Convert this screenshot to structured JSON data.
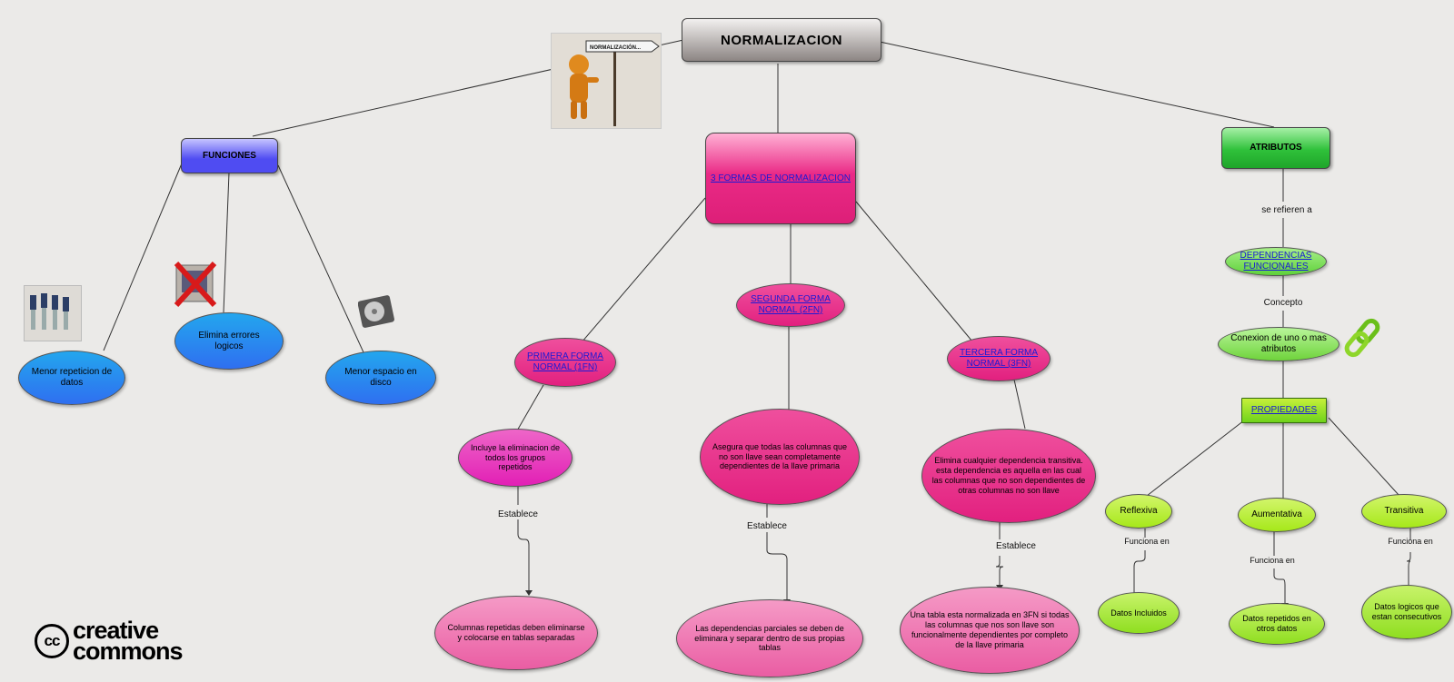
{
  "root": {
    "title": "NORMALIZACION"
  },
  "funciones": {
    "title": "FUNCIONES",
    "items": [
      "Menor repeticion de datos",
      "Elimina errores logicos",
      "Menor espacio en disco"
    ]
  },
  "formas": {
    "title": "3 FORMAS DE NORMALIZACION",
    "primera": {
      "title": "PRIMERA FORMA NORMAL (1FN)",
      "desc": "Incluye la eliminacion de todos los grupos repetidos",
      "edge": "Establece",
      "result": "Columnas repetidas deben eliminarse y colocarse en tablas separadas"
    },
    "segunda": {
      "title": "SEGUNDA FORMA NORMAL (2FN)",
      "desc": "Asegura que todas las columnas que no son llave sean completamente dependientes de la llave primaria",
      "edge": "Establece",
      "result": "Las dependencias parciales se deben de eliminara y separar dentro de sus propias tablas"
    },
    "tercera": {
      "title": "TERCERA FORMA NORMAL (3FN)",
      "desc": "Elimina cualquier dependencia transitiva. esta dependencia es aquella en las cual las columnas que no son dependientes de otras columnas no son llave",
      "edge": "Establece",
      "result": "Una tabla esta normalizada en 3FN si todas las columnas que nos son llave son funcionalmente dependientes por completo de la llave primaria"
    }
  },
  "atributos": {
    "title": "ATRIBUTOS",
    "edge1": "se refieren a",
    "dependencias": "DEPENDENCIAS FUNCIONALES",
    "edge2": "Concepto",
    "concepto": "Conexion de uno o mas atributos",
    "propiedades": "PROPIEDADES",
    "props": [
      {
        "name": "Reflexiva",
        "edge": "Funciona en",
        "result": "Datos Incluidos"
      },
      {
        "name": "Aumentativa",
        "edge": "Funciona en",
        "result": "Datos repetidos en otros datos"
      },
      {
        "name": "Transitiva",
        "edge": "Funciona en",
        "result": "Datos logicos que estan consecutivos"
      }
    ]
  },
  "sign_text": "NORMALIZACIÓN...",
  "footer": {
    "logo_cc": "cc",
    "logo_line1": "creative",
    "logo_line2": "commons"
  },
  "colors": {
    "root": "#8c8583",
    "funciones": "#4f4cf2",
    "formas": "#ea2a86",
    "atributos": "#2fc13a",
    "funciones_ovals": "#23a6ee",
    "propiedades": "#6fd31b",
    "props": "#a6e81a"
  },
  "icons": [
    "person-sign-icon",
    "usb-drives-icon",
    "error-cross-icon",
    "hard-disk-icon",
    "chain-links-icon"
  ]
}
